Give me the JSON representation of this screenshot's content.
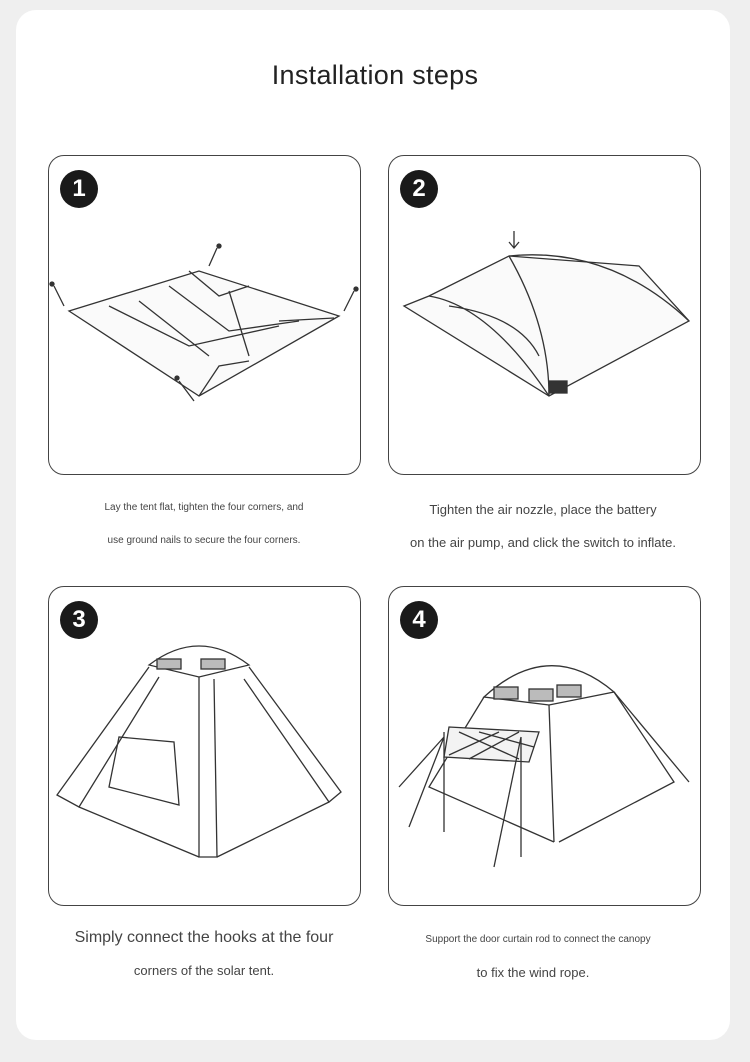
{
  "title": "Installation steps",
  "steps": [
    {
      "number": "1",
      "line1": "Lay the tent flat, tighten the four corners, and",
      "line2": "use ground nails to secure the four corners."
    },
    {
      "number": "2",
      "line1": "Tighten the air nozzle, place the battery",
      "line2": "on the air pump, and click the switch to inflate."
    },
    {
      "number": "3",
      "line1": "Simply connect the hooks at the four",
      "line2": "corners of the solar tent."
    },
    {
      "number": "4",
      "line1": "Support the door curtain rod to connect the canopy",
      "line2": "to fix the wind rope."
    }
  ]
}
